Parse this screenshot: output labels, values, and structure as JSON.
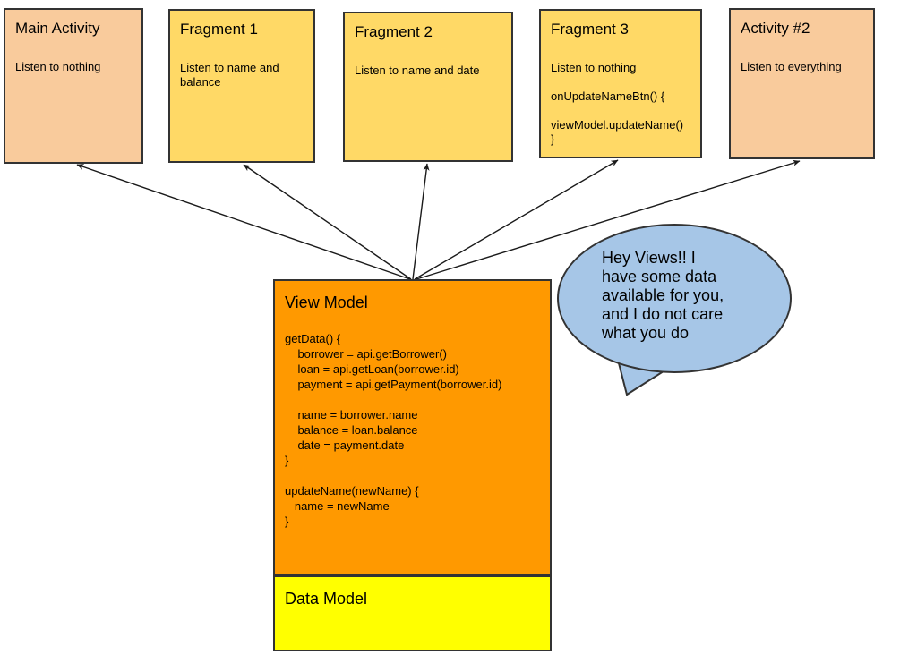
{
  "boxes": {
    "main_activity": {
      "title": "Main Activity",
      "body": "Listen to nothing"
    },
    "fragment1": {
      "title": "Fragment 1",
      "body": "Listen to name and\nbalance"
    },
    "fragment2": {
      "title": "Fragment 2",
      "body": "Listen to name and date"
    },
    "fragment3": {
      "title": "Fragment 3",
      "body": "Listen to nothing\n\nonUpdateNameBtn() {\n\nviewModel.updateName()\n}"
    },
    "activity2": {
      "title": "Activity #2",
      "body": "Listen to everything"
    }
  },
  "view_model": {
    "title": "View Model",
    "code": "getData() {\n    borrower = api.getBorrower()\n    loan = api.getLoan(borrower.id)\n    payment = api.getPayment(borrower.id)\n\n    name = borrower.name\n    balance = loan.balance\n    date = payment.date\n}\n\nupdateName(newName) {\n   name = newName\n}"
  },
  "data_model": {
    "title": "Data Model"
  },
  "speech_bubble": {
    "text": "Hey Views!! I\nhave some data\navailable for you,\nand I do not care\nwhat you do"
  },
  "colors": {
    "activity_fill": "#F9CB9C",
    "fragment_fill": "#FFD966",
    "view_model_fill": "#FF9900",
    "data_model_fill": "#FFFF00",
    "bubble_fill": "#A6C6E7",
    "border": "#333333",
    "arrow": "#1a1a1a"
  }
}
